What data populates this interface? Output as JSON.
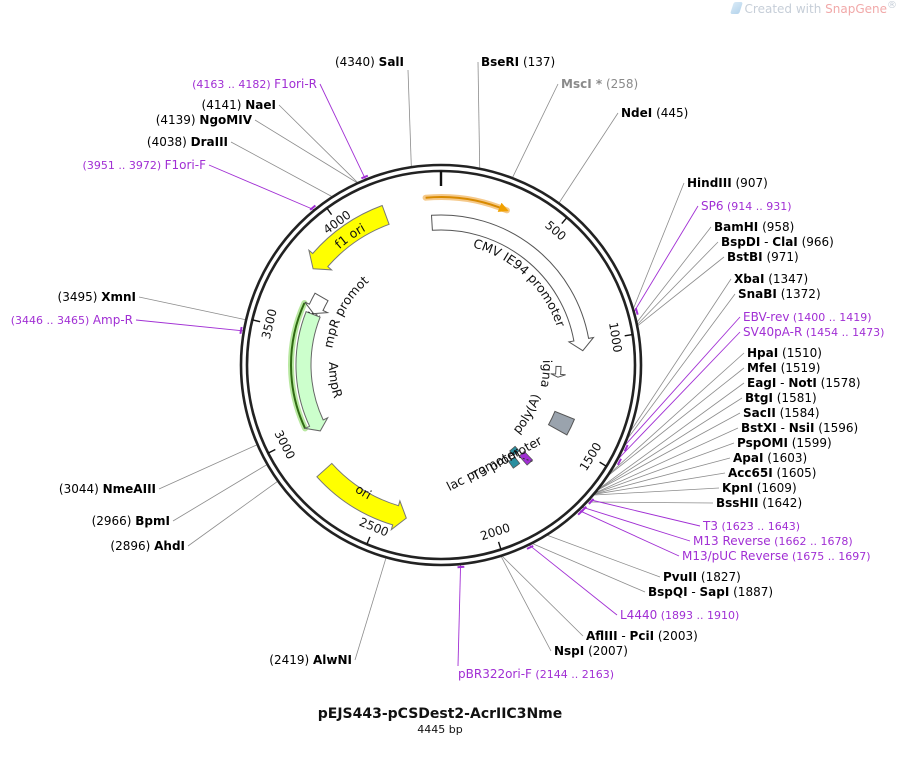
{
  "watermark": {
    "prefix": "Created with",
    "brand": "SnapGene",
    "mark": "®"
  },
  "plasmid": {
    "name": "pEJS443-pCSDest2-AcrIIC3Nme",
    "length_label": "4445 bp",
    "length": 4445
  },
  "ticks": [
    "500",
    "1000",
    "1500",
    "2000",
    "2500",
    "3000",
    "3500",
    "4000"
  ],
  "enzymes": [
    {
      "pos": "(4340)",
      "name": "SalI",
      "sep": "",
      "name2": "",
      "site": 4340
    },
    {
      "pos": "(137)",
      "name": "BseRI",
      "sep": "",
      "name2": "",
      "site": 137
    },
    {
      "pos": "(258)",
      "name": "MscI",
      "sep": "",
      "name2": "",
      "site": 258,
      "dim": true,
      "star": "*"
    },
    {
      "pos": "(445)",
      "name": "NdeI",
      "sep": "",
      "name2": "",
      "site": 445
    },
    {
      "pos": "(907)",
      "name": "HindIII",
      "sep": "",
      "name2": "",
      "site": 907
    },
    {
      "pos": "(958)",
      "name": "BamHI",
      "sep": "",
      "name2": "",
      "site": 958
    },
    {
      "pos": "(966)",
      "name": "BspDI",
      "sep": " - ",
      "name2": "ClaI",
      "site": 966
    },
    {
      "pos": "(971)",
      "name": "BstBI",
      "sep": "",
      "name2": "",
      "site": 971
    },
    {
      "pos": "(1347)",
      "name": "XbaI",
      "sep": "",
      "name2": "",
      "site": 1347
    },
    {
      "pos": "(1372)",
      "name": "SnaBI",
      "sep": "",
      "name2": "",
      "site": 1372
    },
    {
      "pos": "(1510)",
      "name": "HpaI",
      "sep": "",
      "name2": "",
      "site": 1510
    },
    {
      "pos": "(1519)",
      "name": "MfeI",
      "sep": "",
      "name2": "",
      "site": 1519
    },
    {
      "pos": "(1578)",
      "name": "EagI",
      "sep": " - ",
      "name2": "NotI",
      "site": 1578
    },
    {
      "pos": "(1581)",
      "name": "BtgI",
      "sep": "",
      "name2": "",
      "site": 1581
    },
    {
      "pos": "(1584)",
      "name": "SacII",
      "sep": "",
      "name2": "",
      "site": 1584
    },
    {
      "pos": "(1596)",
      "name": "BstXI",
      "sep": " - ",
      "name2": "NsiI",
      "site": 1596
    },
    {
      "pos": "(1599)",
      "name": "PspOMI",
      "sep": "",
      "name2": "",
      "site": 1599
    },
    {
      "pos": "(1603)",
      "name": "ApaI",
      "sep": "",
      "name2": "",
      "site": 1603
    },
    {
      "pos": "(1605)",
      "name": "Acc65I",
      "sep": "",
      "name2": "",
      "site": 1605
    },
    {
      "pos": "(1609)",
      "name": "KpnI",
      "sep": "",
      "name2": "",
      "site": 1609
    },
    {
      "pos": "(1642)",
      "name": "BssHII",
      "sep": "",
      "name2": "",
      "site": 1642
    },
    {
      "pos": "(1827)",
      "name": "PvuII",
      "sep": "",
      "name2": "",
      "site": 1827
    },
    {
      "pos": "(1887)",
      "name": "BspQI",
      "sep": " - ",
      "name2": "SapI",
      "site": 1887
    },
    {
      "pos": "(2003)",
      "name": "AflIII",
      "sep": " - ",
      "name2": "PciI",
      "site": 2003
    },
    {
      "pos": "(2007)",
      "name": "NspI",
      "sep": "",
      "name2": "",
      "site": 2007
    },
    {
      "pos": "(2419)",
      "name": "AlwNI",
      "sep": "",
      "name2": "",
      "site": 2419
    },
    {
      "pos": "(2896)",
      "name": "AhdI",
      "sep": "",
      "name2": "",
      "site": 2896
    },
    {
      "pos": "(2966)",
      "name": "BpmI",
      "sep": "",
      "name2": "",
      "site": 2966
    },
    {
      "pos": "(3044)",
      "name": "NmeAIII",
      "sep": "",
      "name2": "",
      "site": 3044
    },
    {
      "pos": "(3495)",
      "name": "XmnI",
      "sep": "",
      "name2": "",
      "site": 3495
    },
    {
      "pos": "(4038)",
      "name": "DraIII",
      "sep": "",
      "name2": "",
      "site": 4038
    },
    {
      "pos": "(4139)",
      "name": "NgoMIV",
      "sep": "",
      "name2": "",
      "site": 4139
    },
    {
      "pos": "(4141)",
      "name": "NaeI",
      "sep": "",
      "name2": "",
      "site": 4141
    }
  ],
  "primers": [
    {
      "name": "F1ori-R",
      "range": "(4163 .. 4182)",
      "site": 4172
    },
    {
      "name": "F1ori-F",
      "range": "(3951 .. 3972)",
      "site": 3961
    },
    {
      "name": "Amp-R",
      "range": "(3446 .. 3465)",
      "site": 3455
    },
    {
      "name": "SP6",
      "range": "(914 .. 931)",
      "site": 922
    },
    {
      "name": "EBV-rev",
      "range": "(1400 .. 1419)",
      "site": 1410
    },
    {
      "name": "SV40pA-R",
      "range": "(1454 .. 1473)",
      "site": 1463
    },
    {
      "name": "T3",
      "range": "(1623 .. 1643)",
      "site": 1633
    },
    {
      "name": "M13 Reverse",
      "range": "(1662 .. 1678)",
      "site": 1670
    },
    {
      "name": "M13/pUC Reverse",
      "range": "(1675 .. 1697)",
      "site": 1686
    },
    {
      "name": "L4440",
      "range": "(1893 .. 1910)",
      "site": 1901
    },
    {
      "name": "pBR322ori-F",
      "range": "(2144 .. 2163)",
      "site": 2153
    }
  ],
  "features": {
    "cmv": "CMV IE94 promoter",
    "signal": "signal",
    "sv40": "SV40 poly(A) signal",
    "t3": "T3 promoter",
    "lac": "lac promoter",
    "ori": "ori",
    "ampr": "AmpR",
    "amprp": "AmpR promoter",
    "f1": "f1 ori"
  },
  "colors": {
    "primer": "#a12fd4",
    "yellow": "#ffff00",
    "green": "#ccffcc",
    "orange": "#f0a000",
    "gray": "#9aa3ad",
    "teal": "#2a8fa0",
    "purple": "#a12fd4"
  }
}
